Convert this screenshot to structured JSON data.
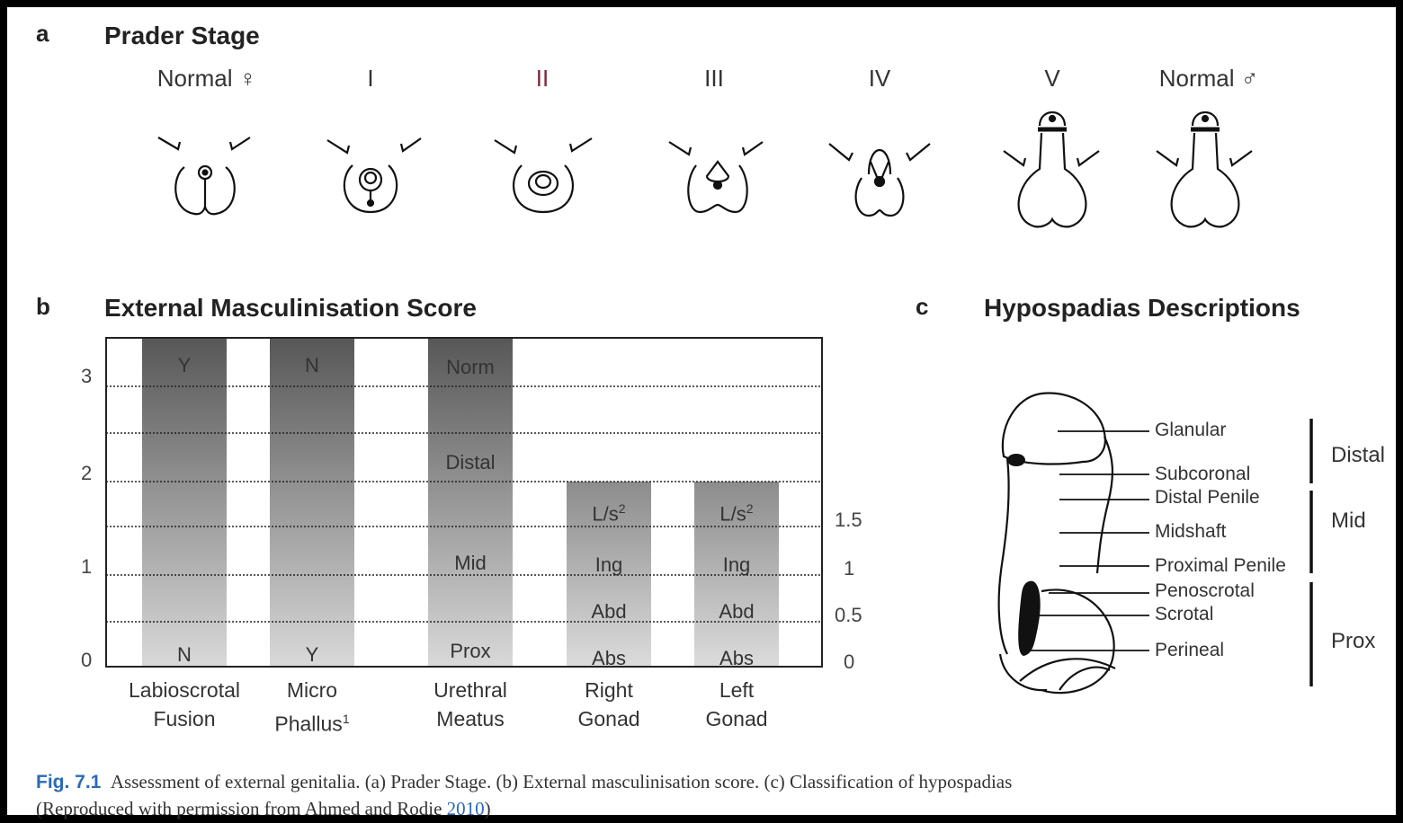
{
  "panel_a": {
    "letter": "a",
    "title": "Prader Stage",
    "stages": [
      "Normal ♀",
      "I",
      "II",
      "III",
      "IV",
      "V",
      "Normal ♂"
    ]
  },
  "panel_b": {
    "letter": "b",
    "title": "External Masculinisation Score",
    "y_ticks_left": [
      "3",
      "2",
      "1",
      "0"
    ],
    "y_ticks_right": [
      "1.5",
      "1",
      "0.5",
      "0"
    ],
    "categories": [
      {
        "line1": "Labioscrotal",
        "line2": "Fusion",
        "sup": ""
      },
      {
        "line1": "Micro",
        "line2": "Phallus",
        "sup": "1"
      },
      {
        "line1": "Urethral",
        "line2": "Meatus",
        "sup": ""
      },
      {
        "line1": "Right",
        "line2": "Gonad",
        "sup": ""
      },
      {
        "line1": "Left",
        "line2": "Gonad",
        "sup": ""
      }
    ],
    "bar_labels": {
      "labioscrotal": {
        "top": "Y",
        "bottom": "N"
      },
      "micro": {
        "top": "N",
        "bottom": "Y"
      },
      "urethral": [
        "Norm",
        "Distal",
        "Mid",
        "Prox"
      ],
      "gonad": {
        "ls": "L/s",
        "ls_sup": "2",
        "ing": "Ing",
        "abd": "Abd",
        "abs": "Abs"
      }
    }
  },
  "panel_c": {
    "letter": "c",
    "title": "Hypospadias Descriptions",
    "positions": [
      "Glanular",
      "Subcoronal",
      "Distal Penile",
      "Midshaft",
      "Proximal Penile",
      "Penoscrotal",
      "Scrotal",
      "Perineal"
    ],
    "groups": [
      "Distal",
      "Mid",
      "Prox"
    ]
  },
  "caption": {
    "fig_label": "Fig. 7.1",
    "text": "Assessment of external genitalia. (a) Prader Stage. (b) External masculinisation score. (c) Classification of hypospadias",
    "line2_text": "(Reproduced with permission from Ahmed and Rodie ",
    "cite_year": "2010",
    "line2_end": ")"
  },
  "colors": {
    "bar_dark": "#5a5a5a",
    "bar_light": "#d2d2d2",
    "caption_accent": "#2a6ab8"
  }
}
